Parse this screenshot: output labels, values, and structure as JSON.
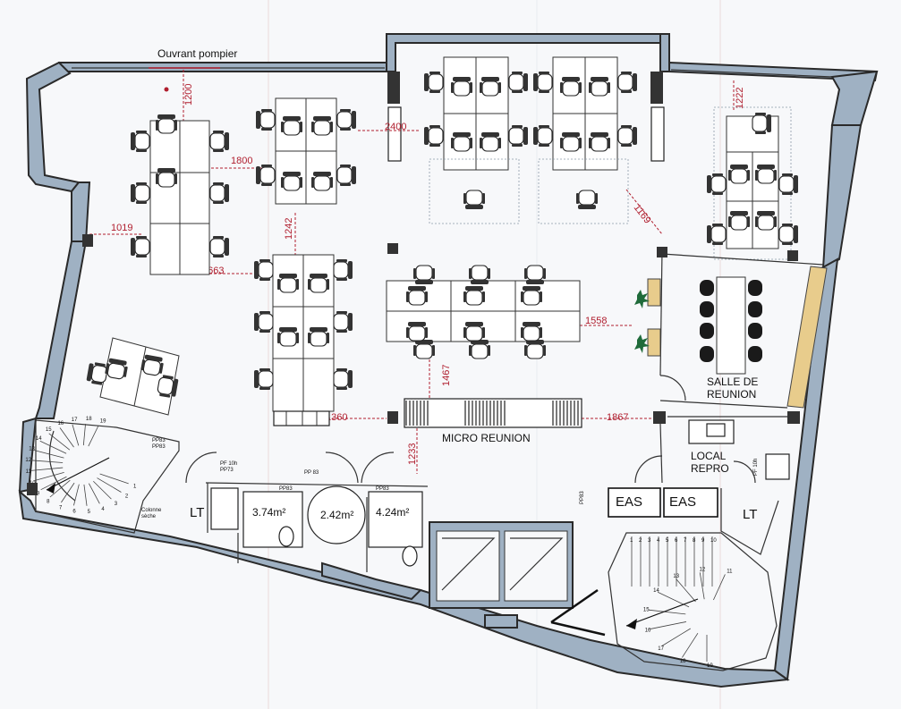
{
  "plan": {
    "labels": {
      "fire_opening": "Ouvrant pompier",
      "meeting_room": "SALLE DE",
      "meeting_room_2": "REUNION",
      "micro_meeting": "MICRO REUNION",
      "repro": "LOCAL",
      "repro_2": "REPRO",
      "lt_left": "LT",
      "lt_right": "LT",
      "eas_1": "EAS",
      "eas_2": "EAS",
      "area_1": "3.74m²",
      "area_2": "2.42m²",
      "area_3": "4.24m²",
      "column": "Colonne",
      "column_2": "sèche",
      "pp83_a": "PP83",
      "pp83_b": "PP83",
      "pp83_c": "PP 83",
      "pp83_d": "PP83",
      "pp83_e": "PP83",
      "pf_a": "PF 10h",
      "pf_b": "PP73",
      "pf_c": "PP83",
      "pf_d": "PF 10h"
    },
    "dimensions": {
      "d1200": "1200",
      "d1800": "1800",
      "d2400": "2400",
      "d1222": "1222",
      "d1019": "1019",
      "d1663": "1663",
      "d1242": "1242",
      "d1169": "1169",
      "d1558": "1558",
      "d1467": "1467",
      "d1360": "1360",
      "d1867": "1867",
      "d1233": "1233"
    },
    "stair_left_steps": [
      "1",
      "2",
      "3",
      "4",
      "5",
      "6",
      "7",
      "8",
      "9",
      "10",
      "11",
      "12",
      "13",
      "14",
      "15",
      "16",
      "17",
      "18",
      "19"
    ],
    "stair_right_steps": [
      "1",
      "2",
      "3",
      "4",
      "5",
      "6",
      "7",
      "8",
      "9",
      "10",
      "11",
      "12",
      "13",
      "14",
      "15",
      "16",
      "17",
      "18",
      "19"
    ],
    "colors": {
      "wall": "#9fb1c3",
      "dimension": "#b01e2e",
      "plant": "#1f6b3a"
    }
  }
}
